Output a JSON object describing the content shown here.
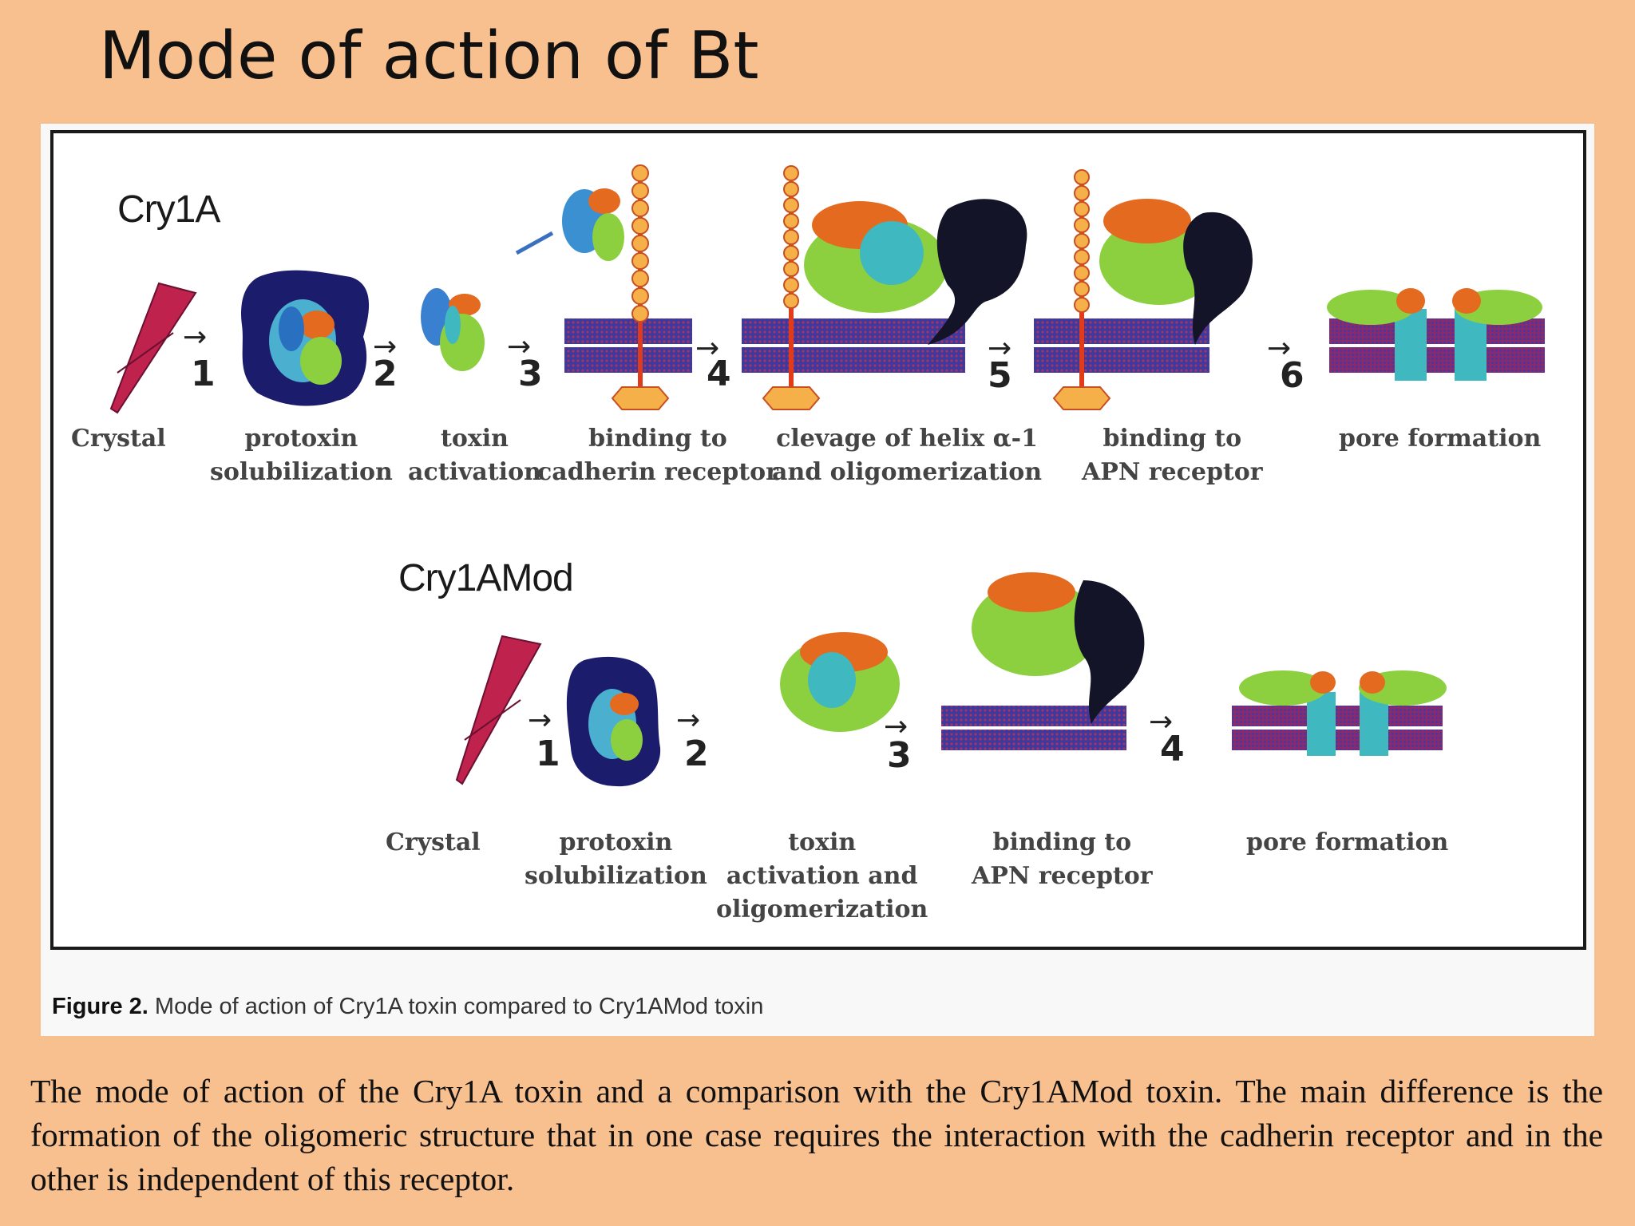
{
  "title": "Mode of action of Bt",
  "figure": {
    "caption_label": "Figure 2.",
    "caption_text": "Mode of action of Cry1A toxin compared to Cry1AMod toxin",
    "top": {
      "name": "Cry1A",
      "steps": [
        "1",
        "2",
        "3",
        "4",
        "5",
        "6"
      ],
      "labels": [
        "Crystal",
        "protoxin\nsolubilization",
        "toxin\nactivation",
        "binding to\ncadherin receptor",
        "clevage of helix α-1\nand oligomerization",
        "binding to\nAPN receptor",
        "pore formation"
      ]
    },
    "bottom": {
      "name": "Cry1AMod",
      "steps": [
        "1",
        "2",
        "3",
        "4"
      ],
      "labels": [
        "Crystal",
        "protoxin\nsolubilization",
        "toxin\nactivation and\noligomerization",
        "binding to\nAPN receptor",
        "pore formation"
      ]
    }
  },
  "description": "The mode of action of the Cry1A toxin and a comparison with the Cry1AMod toxin. The main difference is the formation of the oligomeric structure that in one case requires the interaction with the cadherin receptor and in the other is independent of this receptor.",
  "colors": {
    "background": "#f8bf8f",
    "crystal": "#c0224e",
    "membrane_blue": "#3a3aa0",
    "membrane_red": "#b0305a",
    "receptor": "#e03c1c",
    "receptor_base": "#f5b04a",
    "apn_receptor": "#141428",
    "halo": "#1c1c6c"
  }
}
